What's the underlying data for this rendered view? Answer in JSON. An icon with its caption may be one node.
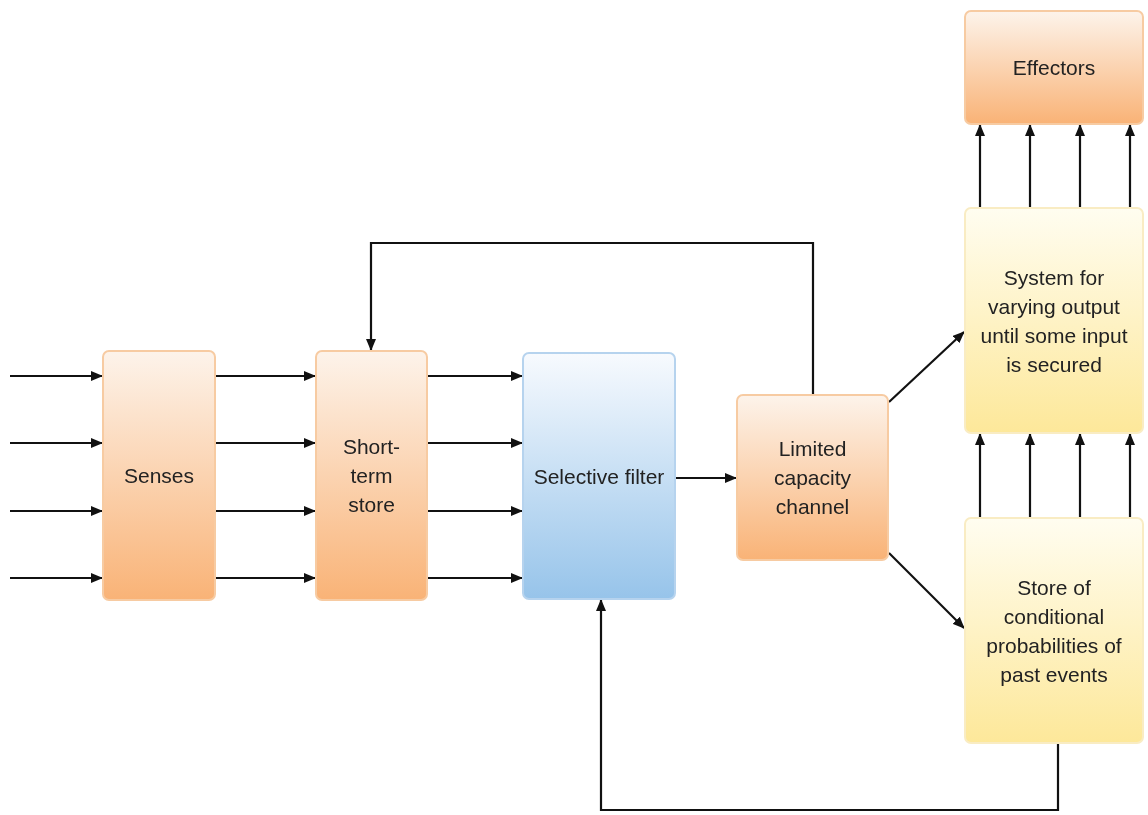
{
  "diagram": {
    "nodes": [
      {
        "text": [
          "Senses"
        ]
      },
      {
        "text": [
          "Short-term store"
        ]
      },
      {
        "text": [
          "Selective filter"
        ]
      },
      {
        "text": [
          "Limited capacity channel"
        ]
      },
      {
        "text": [
          "System for varying output until some input is secured"
        ]
      },
      {
        "text": [
          "Store of conditional probabilities of past events"
        ]
      },
      {
        "text": [
          "Effectors"
        ]
      }
    ],
    "edges": [
      {
        "from": null,
        "to": 0,
        "arrow": "to"
      },
      {
        "from": null,
        "to": 0,
        "arrow": "to"
      },
      {
        "from": null,
        "to": 0,
        "arrow": "to"
      },
      {
        "from": null,
        "to": 0,
        "arrow": "to"
      },
      {
        "from": 0,
        "to": 1,
        "arrow": "to"
      },
      {
        "from": 0,
        "to": 1,
        "arrow": "to"
      },
      {
        "from": 0,
        "to": 1,
        "arrow": "to"
      },
      {
        "from": 0,
        "to": 1,
        "arrow": "to"
      },
      {
        "from": 1,
        "to": 2,
        "arrow": "to"
      },
      {
        "from": 1,
        "to": 2,
        "arrow": "to"
      },
      {
        "from": 1,
        "to": 2,
        "arrow": "to"
      },
      {
        "from": 1,
        "to": 2,
        "arrow": "to"
      },
      {
        "from": 2,
        "to": 3,
        "arrow": "to"
      },
      {
        "from": 3,
        "to": 1,
        "arrow": "to"
      },
      {
        "from": 3,
        "to": 4,
        "arrow": "to"
      },
      {
        "from": 3,
        "to": 5,
        "arrow": "to"
      },
      {
        "from": 5,
        "to": 4,
        "arrow": "to"
      },
      {
        "from": 5,
        "to": 4,
        "arrow": "to"
      },
      {
        "from": 5,
        "to": 4,
        "arrow": "to"
      },
      {
        "from": 5,
        "to": 4,
        "arrow": "to"
      },
      {
        "from": 4,
        "to": 6,
        "arrow": "to"
      },
      {
        "from": 4,
        "to": 6,
        "arrow": "to"
      },
      {
        "from": 4,
        "to": 6,
        "arrow": "to"
      },
      {
        "from": 4,
        "to": 6,
        "arrow": "to"
      },
      {
        "from": 5,
        "to": 2,
        "arrow": "to"
      }
    ]
  }
}
